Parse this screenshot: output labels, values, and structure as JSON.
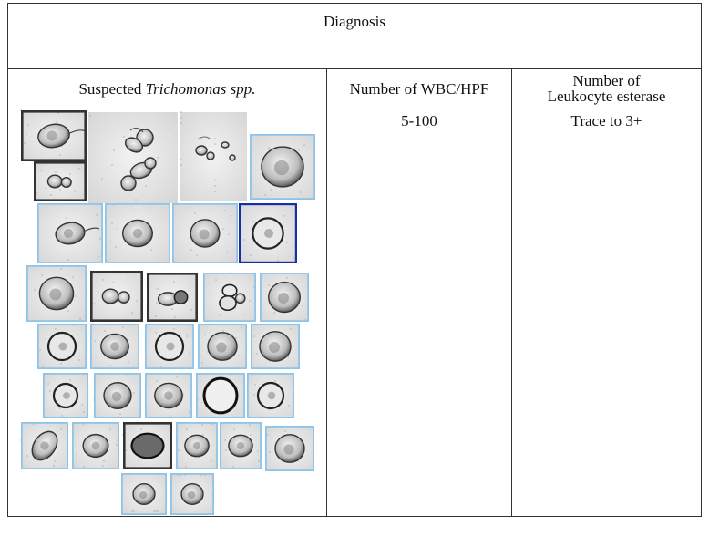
{
  "table": {
    "title": "Diagnosis",
    "headers": {
      "col1_text": "Suspected ",
      "col1_italic": "Trichomonas spp.",
      "col2": "Number of WBC/HPF",
      "col3_line1": "Number of",
      "col3_line2": "Leukocyte esterase"
    },
    "row": {
      "wbc_hpf": "5-100",
      "leukocyte_esterase": "Trace to 3+"
    }
  },
  "colors": {
    "frame_blue": "#8ec4ea",
    "frame_dark": "#333333",
    "frame_navy": "#1c2fa0",
    "tile_bg": "#e4e4e4"
  }
}
